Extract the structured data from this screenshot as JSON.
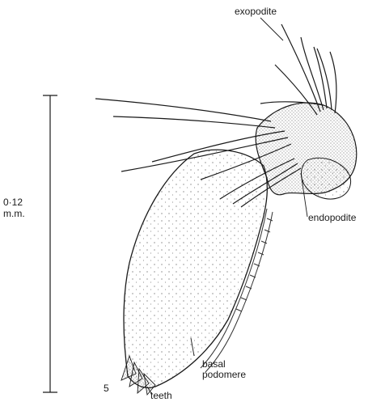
{
  "figure": {
    "number": "5",
    "scale_bar": {
      "value": "0·12",
      "unit": "m.m."
    },
    "labels": {
      "exopodite": "exopodite",
      "endopodite": "endopodite",
      "basal_line1": "basal",
      "basal_line2": "podomere",
      "teeth": "teeth"
    }
  }
}
